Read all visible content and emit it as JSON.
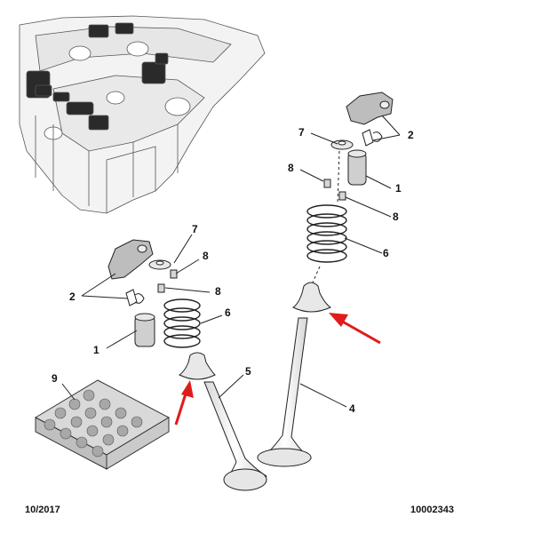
{
  "callouts": {
    "one_a": "1",
    "one_b": "1",
    "two_a": "2",
    "two_b": "2",
    "four": "4",
    "five": "5",
    "six_a": "6",
    "six_b": "6",
    "seven_a": "7",
    "seven_b": "7",
    "eight_a": "8",
    "eight_b": "8",
    "eight_c": "8",
    "eight_d": "8",
    "nine": "9"
  },
  "footer": {
    "date": "10/2017",
    "ref": "10002343"
  },
  "colors": {
    "line": "#222222",
    "part_fill": "#e8e8e8",
    "arrow": "#e01b1b",
    "rocker_fill": "#bdbdbd"
  }
}
